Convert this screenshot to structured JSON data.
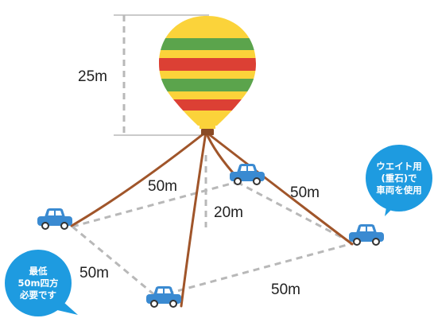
{
  "dimensions": {
    "height": "25m",
    "rope_ground": "20m",
    "side_left_top": "50m",
    "side_right_top": "50m",
    "side_left_bottom": "50m",
    "side_right_bottom": "50m"
  },
  "callouts": {
    "weight": {
      "lines": [
        "ウエイト用",
        "(重石)で",
        "車両を使用"
      ]
    },
    "area": {
      "lines": [
        "最低",
        "50m四方",
        "必要です"
      ]
    }
  },
  "colors": {
    "rope": "#a0552a",
    "dashed": "#b8b8b8",
    "car": "#3a8ad1",
    "bubble": "#1e9be0",
    "balloon_yellow": "#fbd33a",
    "balloon_green": "#5ba44c",
    "balloon_red": "#dc4034"
  }
}
